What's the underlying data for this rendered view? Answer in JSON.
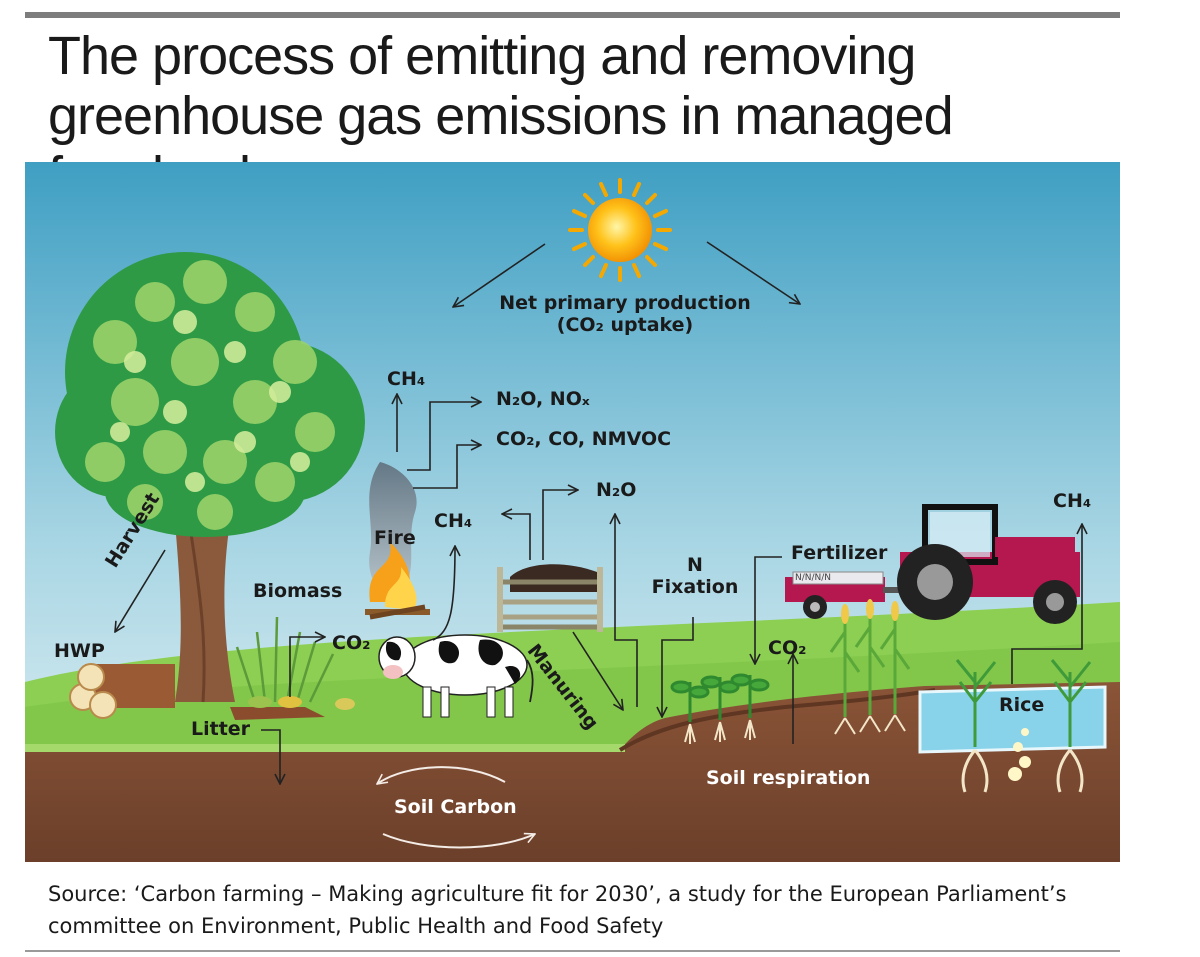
{
  "title_line1": "The process of emitting and removing",
  "title_line2": "greenhouse gas emissions in managed farmland",
  "labels": {
    "npp_line1": "Net primary production",
    "npp_line2": "(CO₂ uptake)",
    "ch4_fire": "CH₄",
    "n2o_nox": "N₂O, NOₓ",
    "co2_co_nmvoc": "CO₂, CO, NMVOC",
    "fire": "Fire",
    "ch4_cow": "CH₄",
    "n2o_manure": "N₂O",
    "n_fixation_line1": "N",
    "n_fixation_line2": "Fixation",
    "fertilizer": "Fertilizer",
    "ch4_rice": "CH₄",
    "harvest": "Harvest",
    "hwp": "HWP",
    "biomass": "Biomass",
    "co2_biomass": "CO₂",
    "manuring": "Manuring",
    "co2_soil": "CO₂",
    "rice": "Rice",
    "litter": "Litter",
    "soil_respiration": "Soil respiration",
    "soil_carbon": "Soil Carbon",
    "fertilizer_bag": "N/N/N/N"
  },
  "source_line1": "Source: ‘Carbon farming – Making agriculture fit for 2030’, a study for the European Parliament’s",
  "source_line2": "committee on Environment, Public Health and Food Safety",
  "colors": {
    "sky_top": "#3f9fc3",
    "sky_bottom": "#e6f2f5",
    "grass": "#8ccf52",
    "soil": "#7a4a32",
    "tractor": "#b5174f",
    "water": "#88d2ea"
  }
}
